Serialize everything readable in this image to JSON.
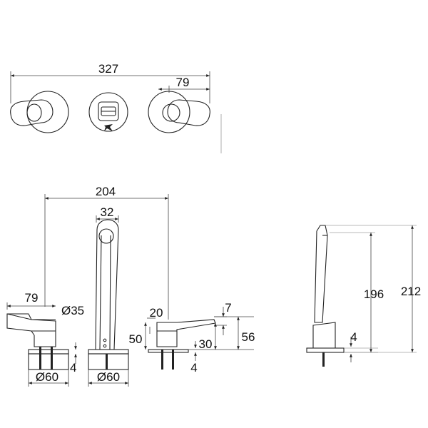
{
  "top_view": {
    "overall_width": "327",
    "handle_offset": "79"
  },
  "front_view": {
    "overall_width": "204",
    "spout_width": "32",
    "handle_reach": "79",
    "handle_diameter": "Ø35",
    "left_base_diameter": "Ø60",
    "center_base_diameter": "Ø60",
    "left_plate_thickness": "4",
    "right_plate_thickness": "4",
    "handle_gap": "20",
    "handle_tip": "7",
    "handle_height": "50",
    "lever_height": "30",
    "handle_total_height": "56"
  },
  "side_view": {
    "spout_height": "196",
    "overall_height": "212",
    "plate_thickness": "4"
  }
}
